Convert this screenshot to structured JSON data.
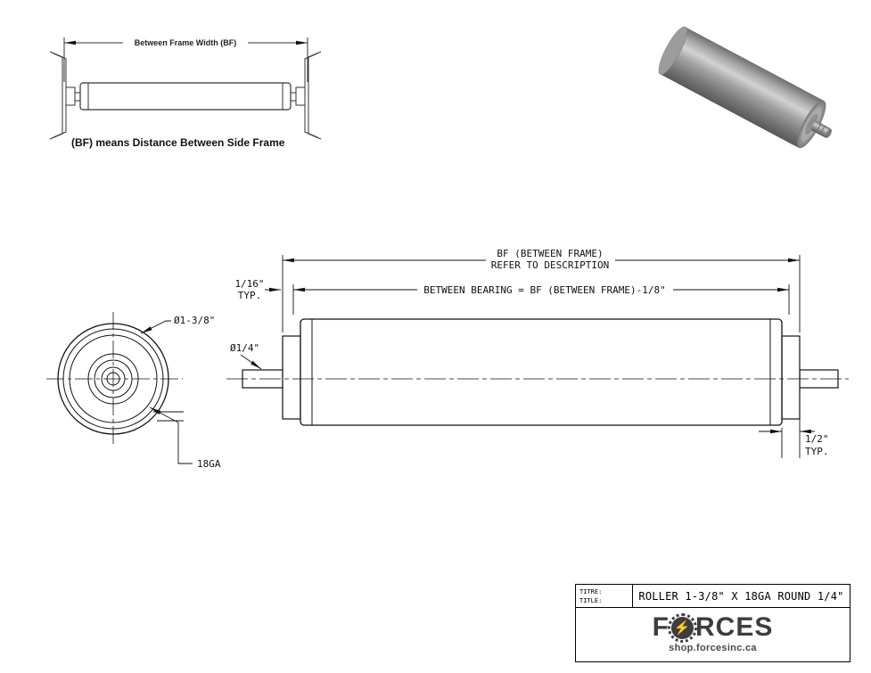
{
  "frame_diagram": {
    "dim_label": "Between Frame Width (BF)",
    "caption": "(BF) means Distance Between Side Frame"
  },
  "drawing": {
    "bf_line1": "BF (BETWEEN FRAME)",
    "bf_line2": "REFER TO DESCRIPTION",
    "between_bearing": "BETWEEN BEARING = BF (BETWEEN FRAME)-1/8\"",
    "sixteenth": "1/16\"",
    "sixteenth_typ": "TYP.",
    "shaft_dia": "Ø1/4\"",
    "roller_dia": "Ø1-3/8\"",
    "gauge": "18GA",
    "half": "1/2\"",
    "half_typ": "TYP."
  },
  "title_block": {
    "titre_label": "TITRE:",
    "title_label": "TITLE:",
    "title": "ROLLER 1-3/8\" X 18GA ROUND 1/4\"",
    "brand_f": "F",
    "brand_rest": "RCES",
    "bolt_icon": "⚡",
    "website": "shop.forcesinc.ca",
    "accent_color": "#f5a623"
  }
}
